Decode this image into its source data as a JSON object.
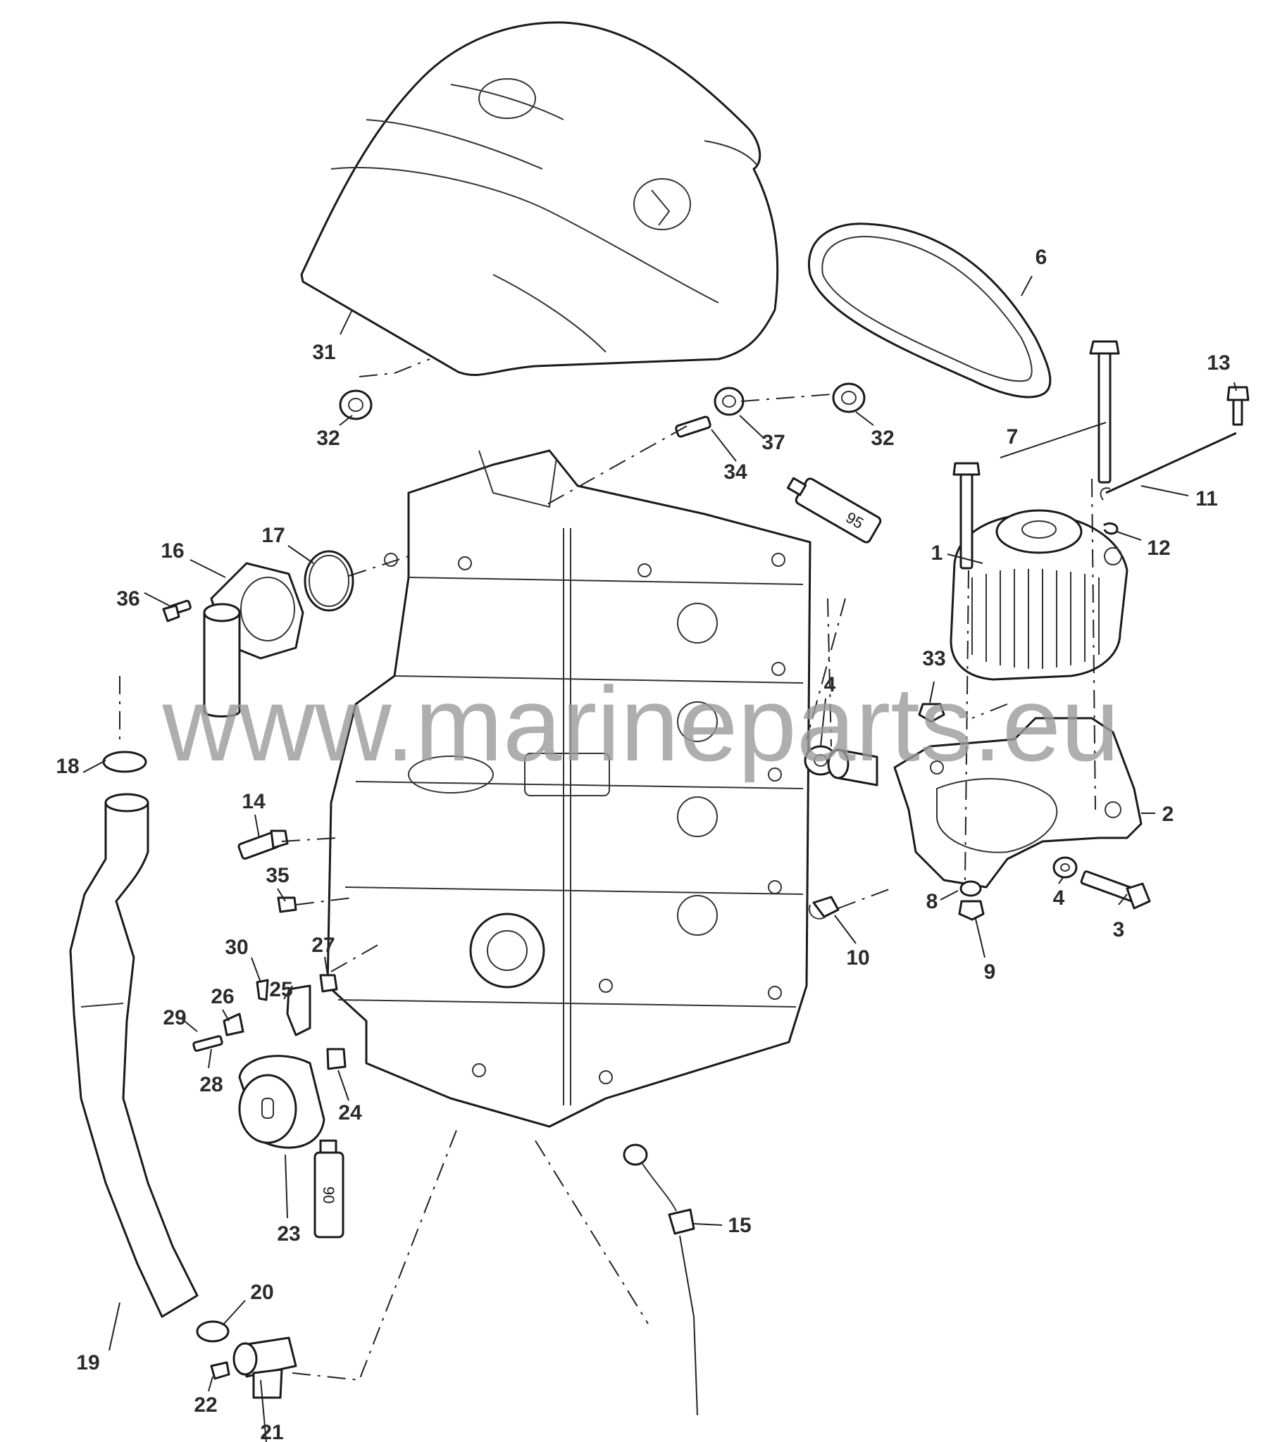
{
  "watermark": "www.marineparts.eu",
  "callouts": [
    "1",
    "2",
    "3",
    "4",
    "4",
    "6",
    "7",
    "8",
    "9",
    "10",
    "11",
    "12",
    "13",
    "14",
    "15",
    "16",
    "17",
    "18",
    "19",
    "20",
    "21",
    "22",
    "23",
    "24",
    "25",
    "26",
    "27",
    "28",
    "29",
    "30",
    "31",
    "32",
    "32",
    "33",
    "34",
    "35",
    "36",
    "37"
  ],
  "sealant_tubes": [
    "95",
    "90"
  ],
  "colors": {
    "line": "#1a1a1a",
    "watermark": "#9a9a9a",
    "background": "#ffffff"
  }
}
